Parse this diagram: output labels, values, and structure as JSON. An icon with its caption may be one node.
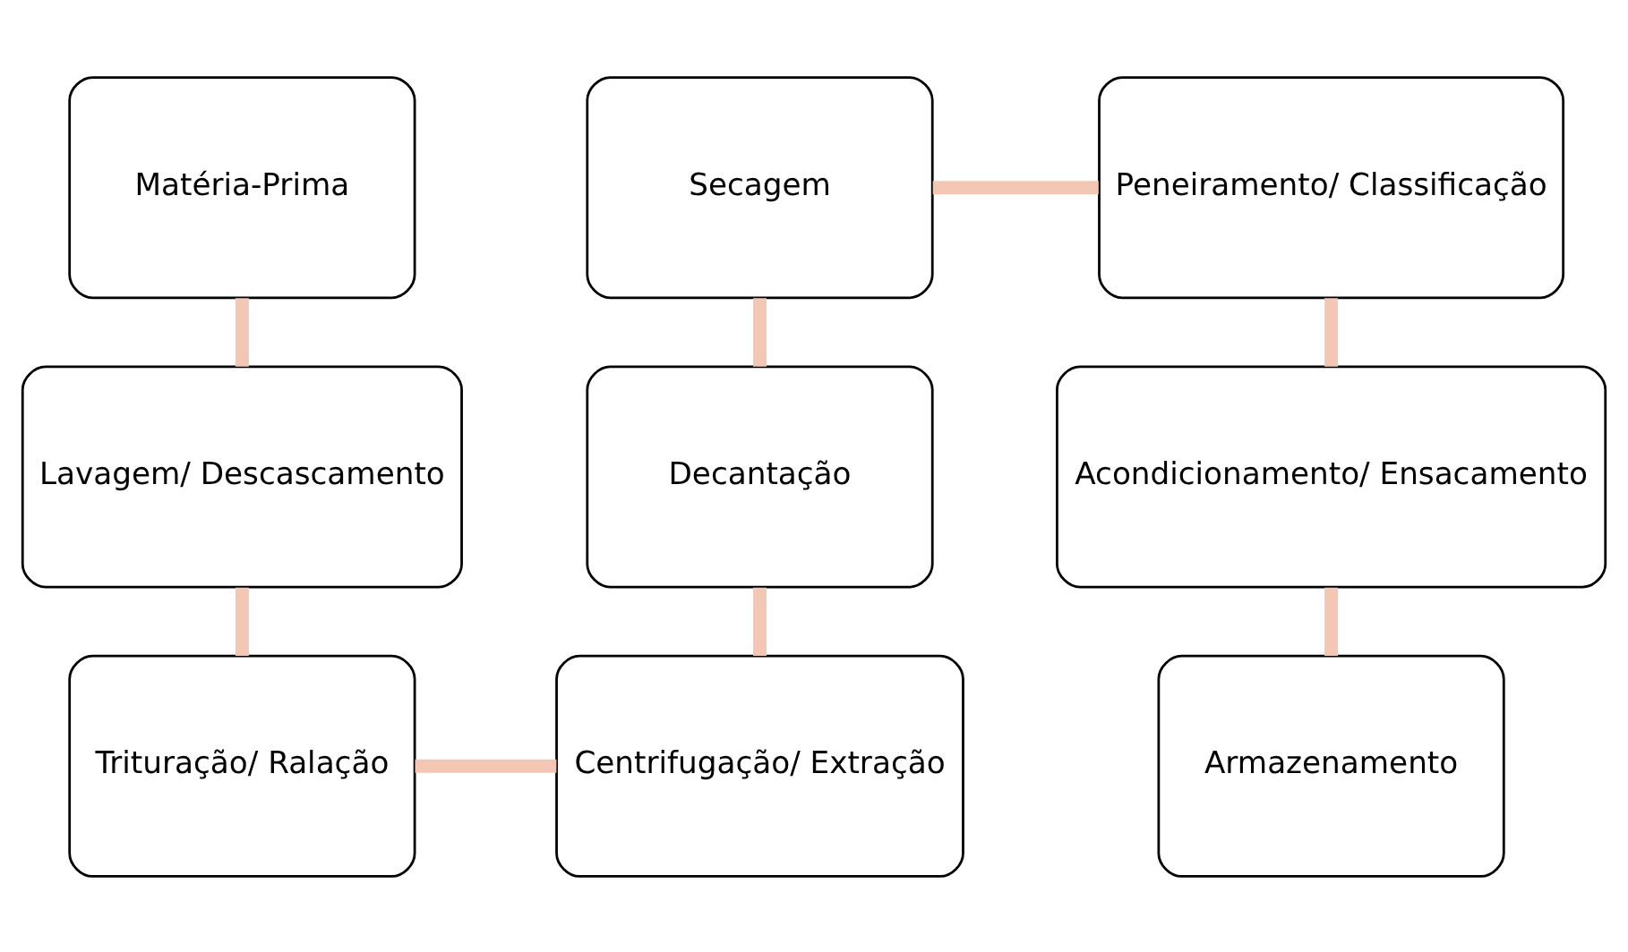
{
  "diagram": {
    "nodes": [
      {
        "text": [
          "Matéria-Prima"
        ]
      },
      {
        "text": [
          "Lavagem/ Descascamento"
        ]
      },
      {
        "text": [
          "Trituração/ Ralação"
        ]
      },
      {
        "text": [
          "Centrifugação/ Extração"
        ]
      },
      {
        "text": [
          "Decantação"
        ]
      },
      {
        "text": [
          "Secagem"
        ]
      },
      {
        "text": [
          "Peneiramento/ Classificação"
        ]
      },
      {
        "text": [
          "Acondicionamento/ Ensacamento"
        ]
      },
      {
        "text": [
          "Armazenamento"
        ]
      }
    ],
    "edges": [
      {
        "from": 0,
        "to": 1,
        "arrow": "none"
      },
      {
        "from": 1,
        "to": 2,
        "arrow": "none"
      },
      {
        "from": 2,
        "to": 3,
        "arrow": "none"
      },
      {
        "from": 3,
        "to": 4,
        "arrow": "none"
      },
      {
        "from": 4,
        "to": 5,
        "arrow": "none"
      },
      {
        "from": 5,
        "to": 6,
        "arrow": "none"
      },
      {
        "from": 6,
        "to": 7,
        "arrow": "none"
      },
      {
        "from": 7,
        "to": 8,
        "arrow": "none"
      }
    ]
  }
}
